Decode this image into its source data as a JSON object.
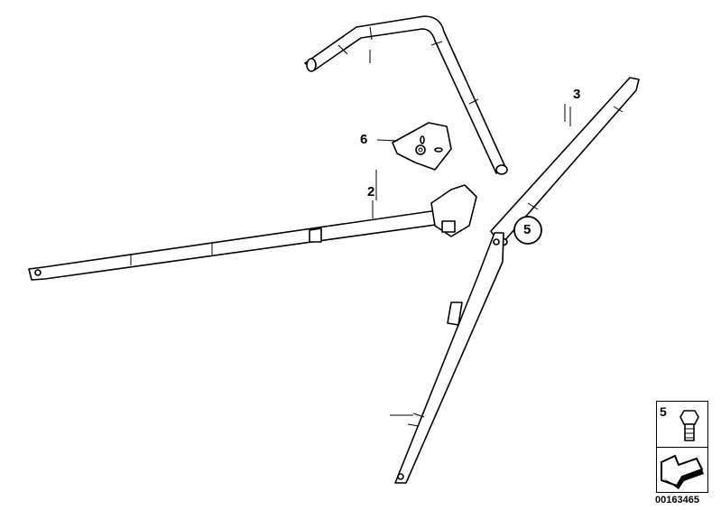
{
  "diagram": {
    "callouts": [
      {
        "id": "2",
        "label": "2"
      },
      {
        "id": "3",
        "label": "3"
      },
      {
        "id": "5",
        "label": "5",
        "circled": true
      },
      {
        "id": "6",
        "label": "6"
      }
    ],
    "legend": {
      "item_number": "5",
      "item_icon": "bolt-icon",
      "direction_icon": "arrow-left-icon"
    },
    "document_id": "00163465"
  }
}
